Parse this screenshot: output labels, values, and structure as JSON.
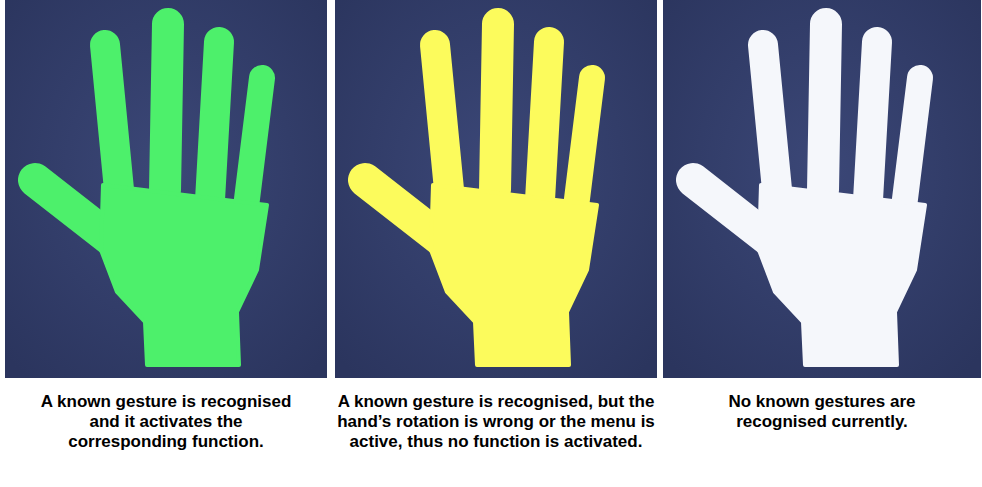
{
  "diagram": {
    "labels": [
      "A known gesture is recognised and it activates the corresponding function.",
      "A known gesture is recognised, but the hand’s rotation is wrong or the menu is active, thus no function is activated.",
      "No known gestures are recognised currently."
    ]
  }
}
